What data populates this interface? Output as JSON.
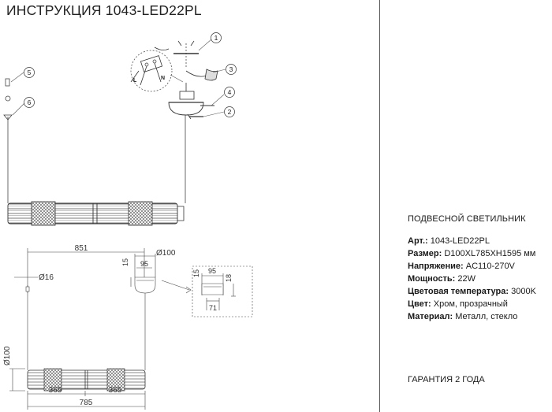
{
  "title": "ИНСТРУКЦИЯ 1043-LED22PL",
  "callouts": [
    "1",
    "2",
    "3",
    "4",
    "5",
    "6"
  ],
  "wiring": {
    "l": "L",
    "n": "N"
  },
  "dimensions": {
    "length_top": "851",
    "diameter_top": "Ø100",
    "depth_15": "15",
    "width_95_top": "95",
    "diameter_16": "Ø16",
    "width_95_detail": "95",
    "height_18": "18",
    "width_71": "71",
    "diameter_side": "Ø100",
    "segment_left": "365",
    "segment_right": "365",
    "length_bottom": "785"
  },
  "product": {
    "title": "ПОДВЕСНОЙ СВЕТИЛЬНИК",
    "specs": [
      {
        "label": "Арт.:",
        "value": " 1043-LED22PL"
      },
      {
        "label": "Размер:",
        "value": " D100XL785XH1595 мм"
      },
      {
        "label": "Напряжение:",
        "value": " AC110-270V"
      },
      {
        "label": "Мощность:",
        "value": " 22W"
      },
      {
        "label": "Цветовая температура:",
        "value": " 3000K"
      },
      {
        "label": "Цвет:",
        "value": " Хром, прозрачный"
      },
      {
        "label": "Материал:",
        "value": " Металл, стекло"
      }
    ],
    "warranty": "ГАРАНТИЯ 2 ГОДА"
  }
}
